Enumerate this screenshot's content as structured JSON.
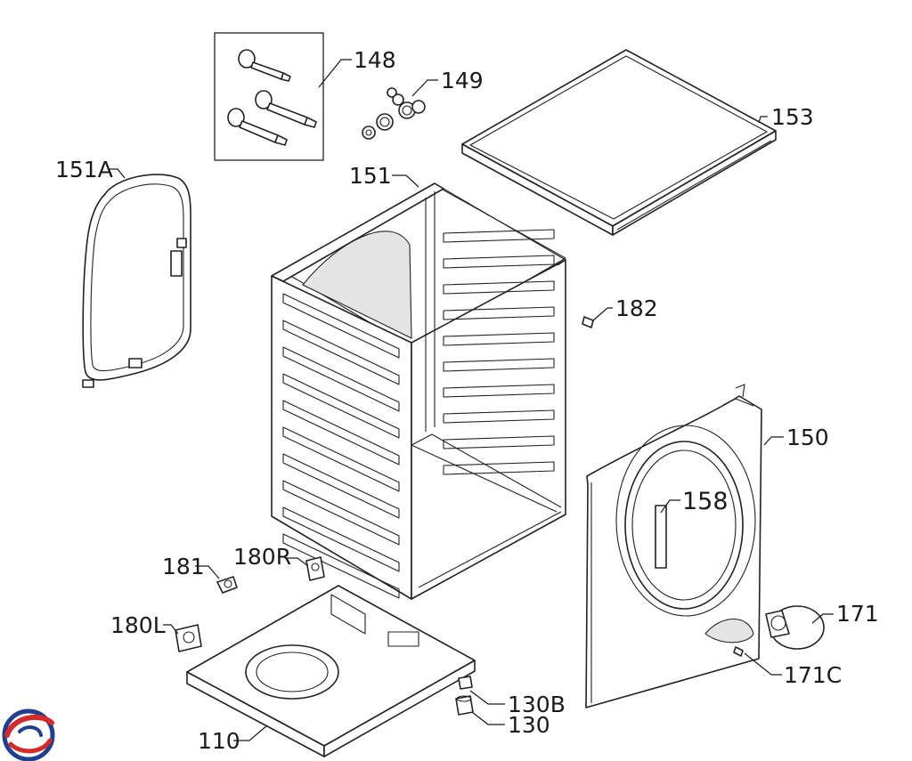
{
  "diagram": {
    "parts": [
      {
        "id": "p148",
        "label": "148"
      },
      {
        "id": "p149",
        "label": "149"
      },
      {
        "id": "p153",
        "label": "153"
      },
      {
        "id": "p151A",
        "label": "151A"
      },
      {
        "id": "p151",
        "label": "151"
      },
      {
        "id": "p182",
        "label": "182"
      },
      {
        "id": "p150",
        "label": "150"
      },
      {
        "id": "p158",
        "label": "158"
      },
      {
        "id": "p181",
        "label": "181"
      },
      {
        "id": "p180R",
        "label": "180R"
      },
      {
        "id": "p180L",
        "label": "180L"
      },
      {
        "id": "p171",
        "label": "171"
      },
      {
        "id": "p171C",
        "label": "171C"
      },
      {
        "id": "p130B",
        "label": "130B"
      },
      {
        "id": "p130",
        "label": "130"
      },
      {
        "id": "p110",
        "label": "110"
      }
    ]
  },
  "logo": {
    "icon": "brand-swirl-logo",
    "colors": [
      "#1f3f8f",
      "#d62a2a"
    ]
  }
}
